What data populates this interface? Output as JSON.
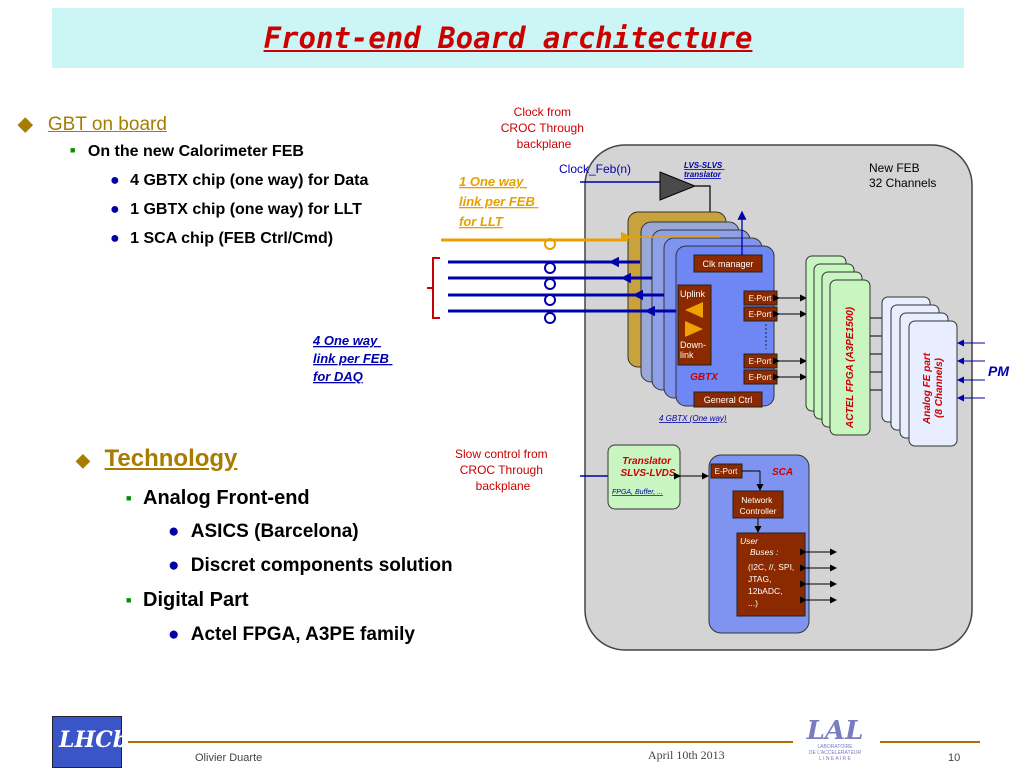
{
  "slide": {
    "title": "Front-end Board architecture",
    "bullets": {
      "gbt": "GBT on board",
      "calorimeter": "On the new Calorimeter FEB",
      "gbtx_data": "4 GBTX chip (one way) for Data",
      "gbtx_llt": "1 GBTX chip (one way) for LLT",
      "sca": "1 SCA chip (FEB Ctrl/Cmd)",
      "technology": "Technology",
      "analog": "Analog Front-end",
      "asics": "ASICS (Barcelona)",
      "discret": "Discret components solution",
      "digital": "Digital Part",
      "actel": "Actel FPGA,  A3PE family"
    }
  },
  "diagram": {
    "clock_croc": [
      "Clock  from",
      "CROC Through",
      "backplane"
    ],
    "clock_feb": "Clock_Feb(n)",
    "lvs_slvs": [
      "LVS-SLVS",
      "translator"
    ],
    "new_feb": [
      "New FEB",
      "32 Channels"
    ],
    "llt_link": [
      "1  One  way",
      "link per FEB",
      "for LLT"
    ],
    "daq_link": [
      "4  One  way",
      "link per FEB",
      "for DAQ"
    ],
    "clk_manager": "Clk manager",
    "uplink": "Uplink",
    "downlink": [
      "Down-",
      "link"
    ],
    "eport": "E-Port",
    "gbtx": "GBTX",
    "general_ctrl": "General Ctrl",
    "gbtx_note": "4 GBTX (One way)",
    "actel_fpga": "ACTEL FPGA (A3PE1500)",
    "analog_fe": [
      "Analog FE part",
      "(8 Channels)"
    ],
    "pm": "PM",
    "slow_control": [
      "Slow control from",
      "CROC Through",
      "backplane"
    ],
    "translator": [
      "Translator",
      "SLVS-LVDS"
    ],
    "translator_sub": "FPGA, Buffer, ...",
    "sca": "SCA",
    "network_controller": [
      "Network",
      "Controller"
    ],
    "user_buses": [
      "User",
      "Buses :",
      "(I2C, //, SPI,",
      "JTAG,",
      "12bADC,",
      "...)"
    ]
  },
  "footer": {
    "author": "Olivier Duarte",
    "date": "April 10th 2013",
    "page": "10",
    "logo_left": "LHCb",
    "logo_right": [
      "LAL",
      "LABORATOIRE",
      "DE L'ACCELERATEUR",
      "L I N E A I R E"
    ]
  },
  "colors": {
    "title_bg": "#ccf5f5",
    "title": "#cc0000",
    "bullet_gold": "#a87c00",
    "link_blue": "#0000aa",
    "llt_gold": "#e8a000",
    "board_bg": "#d4d4d4"
  }
}
